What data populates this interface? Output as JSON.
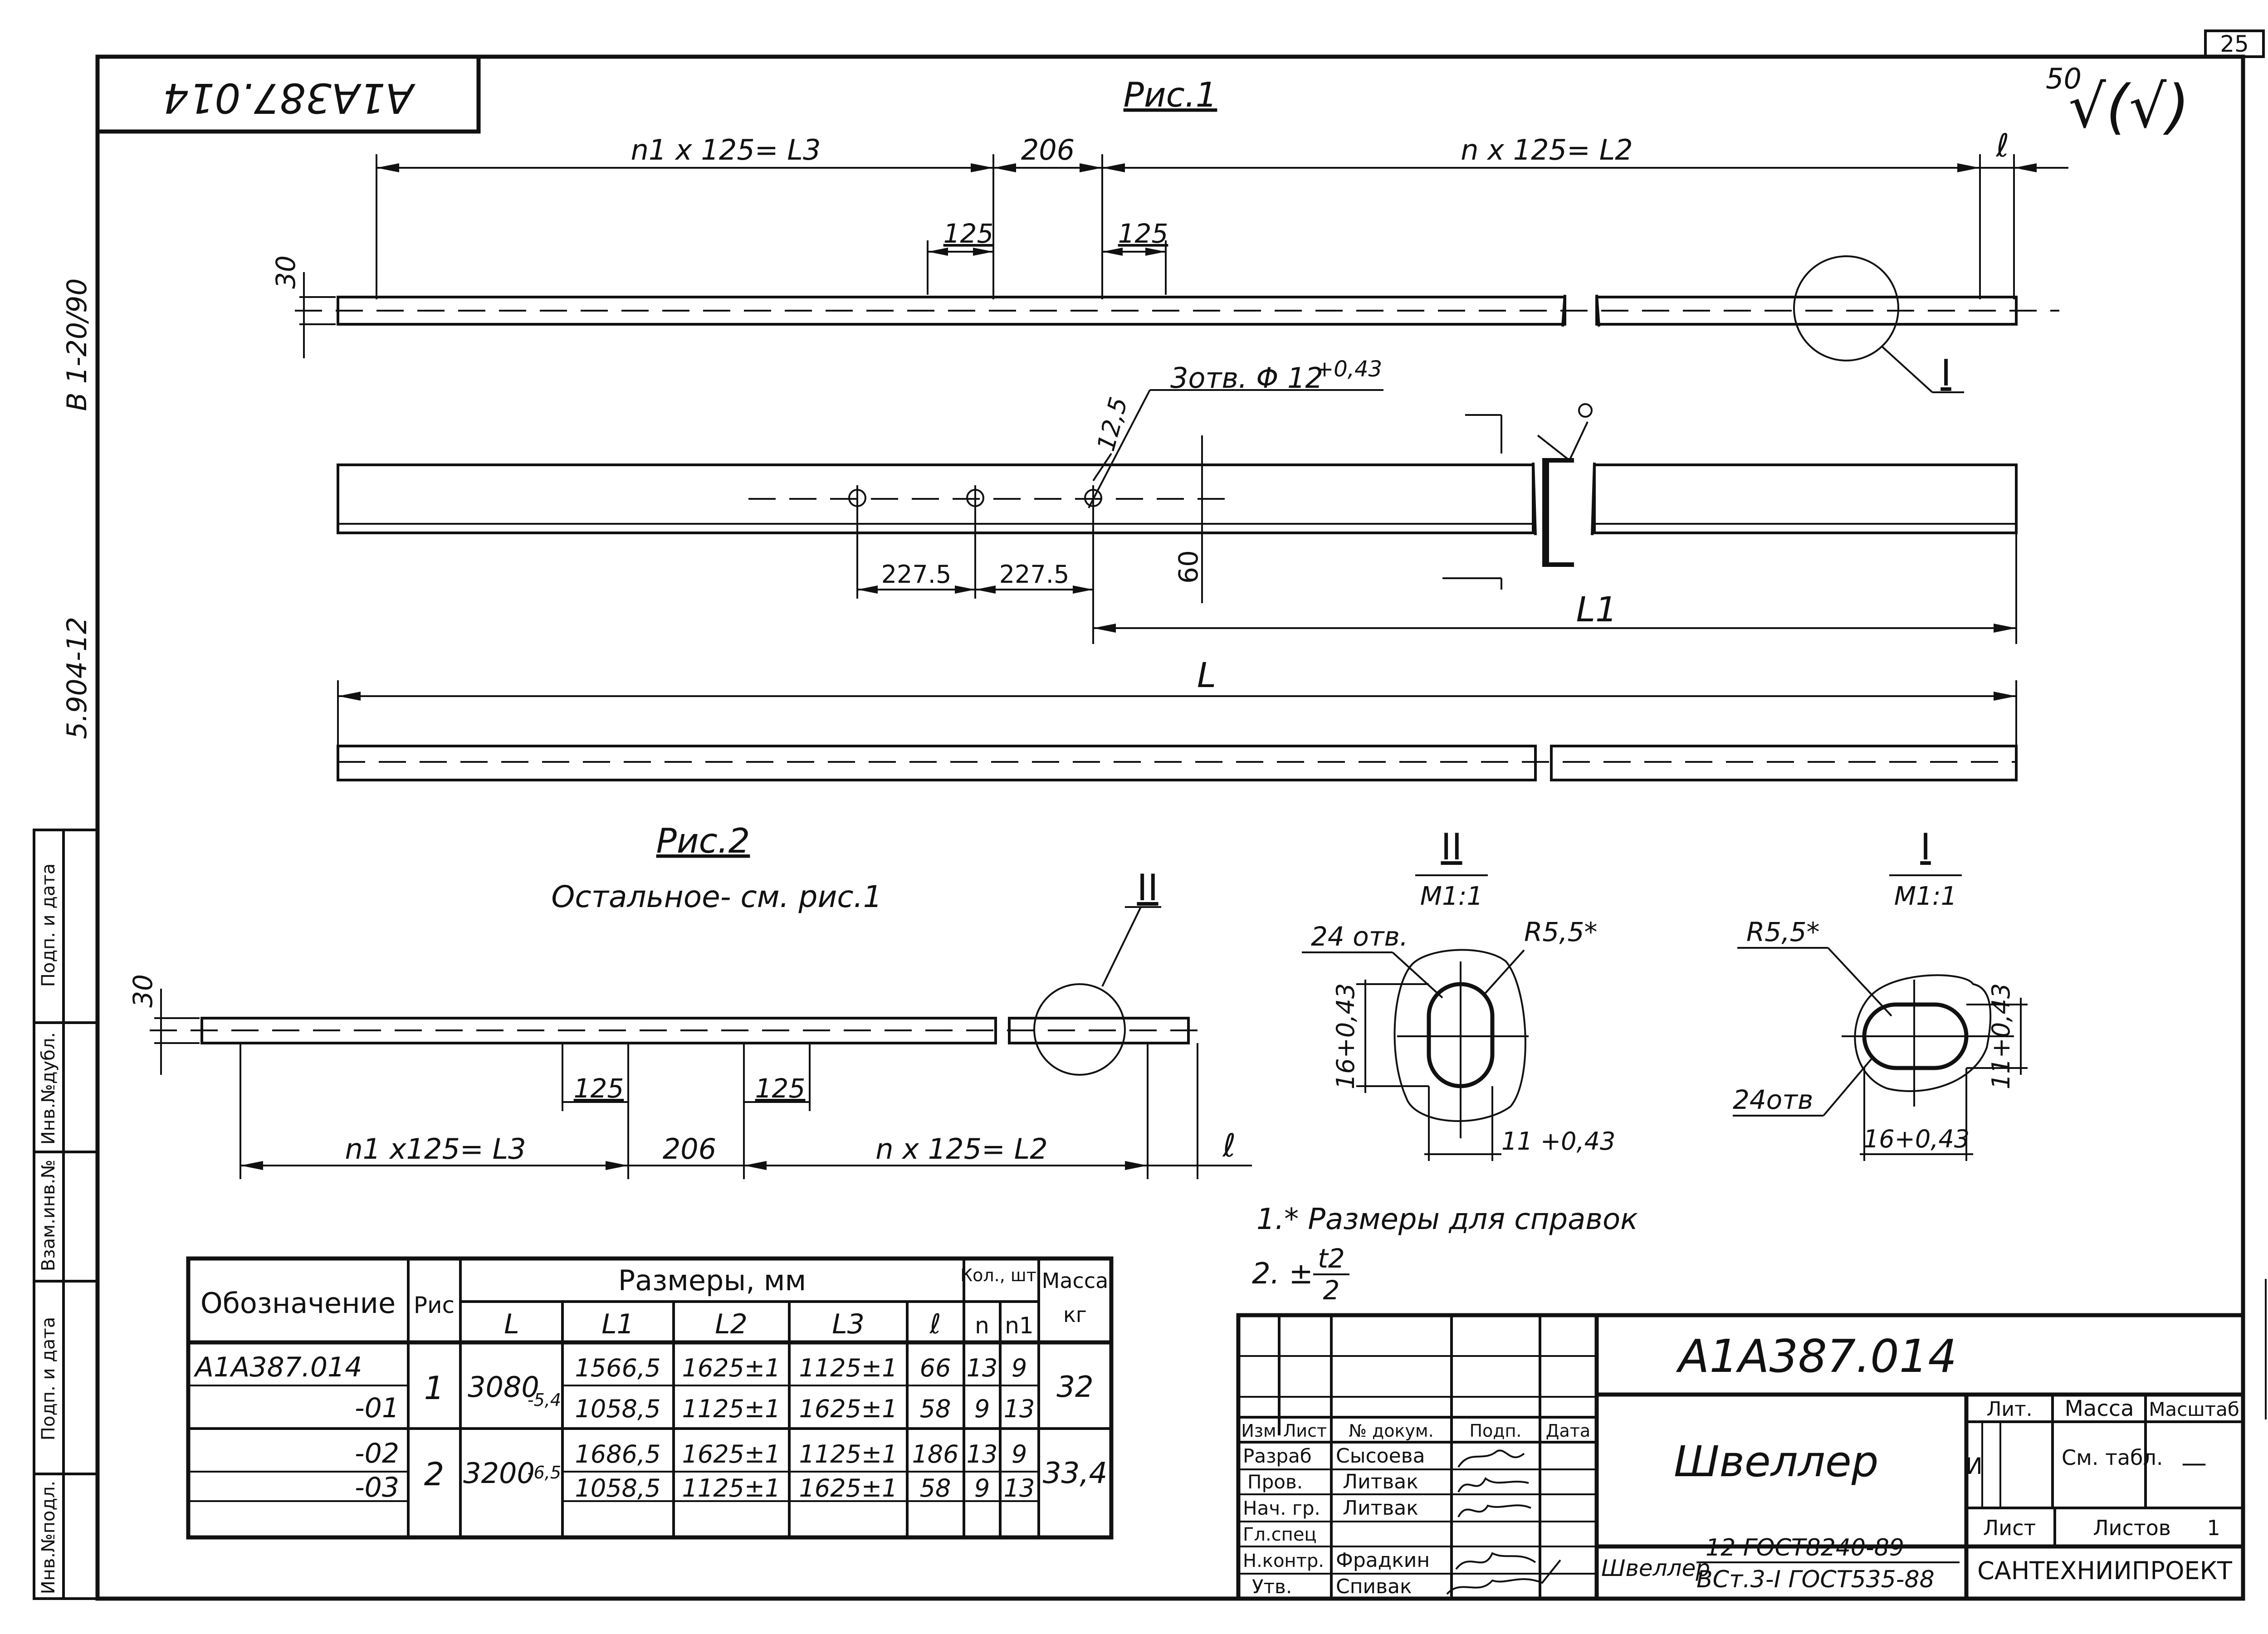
{
  "sheet_number": "25",
  "designation_stamp": "A1A387.014",
  "roughness": {
    "value": "50",
    "symbol": "√(√)"
  },
  "side_labels": {
    "top": "B 1-20/90",
    "bottom": "5.904-12"
  },
  "left_strip": [
    "Инв.№подл.",
    "Подп. и дата",
    "Взам.инв.№",
    "Инв.№дубл.",
    "Подп. и дата"
  ],
  "fig1": {
    "title": "Рис.1",
    "dim_top_left": "n1 x 125= L3",
    "dim_top_mid": "206",
    "dim_top_right": "n x 125= L2",
    "dim_e": "ℓ",
    "dim_125_a": "125",
    "dim_125_b": "125",
    "dim_30": "30",
    "callout_I": "I",
    "holes_label": "3отв. Φ 12",
    "holes_tol": "+0,43",
    "dim_12_5": "12,5",
    "dim_227_a": "227.5",
    "dim_227_b": "227.5",
    "dim_60": "60",
    "dim_L1": "L1",
    "dim_L": "L"
  },
  "fig2": {
    "title": "Рис.2",
    "subtitle": "Остальное- см. рис.1",
    "callout_II": "II",
    "dim_30": "30",
    "dim_125_a": "125",
    "dim_125_b": "125",
    "dim_left": "n1 x125= L3",
    "dim_mid": "206",
    "dim_right": "n x 125= L2",
    "dim_e": "ℓ"
  },
  "detail_II": {
    "title": "II",
    "scale": "M1:1",
    "holes": "24 отв.",
    "radius": "R5,5*",
    "dim_v": "16+0,43",
    "dim_h": "11 +0,43"
  },
  "detail_I": {
    "title": "I",
    "scale": "M1:1",
    "radius": "R5,5*",
    "holes": "24отв",
    "dim_h": "16+0,43",
    "dim_v": "11+0,43"
  },
  "notes": [
    "1.* Размеры для справок",
    "2. ±"
  ],
  "note_fraction": {
    "num": "t2",
    "den": "2"
  },
  "table": {
    "headers": {
      "designation": "Обозначение",
      "fig": "Рис",
      "sizes": "Размеры, мм",
      "qty": "Кол., шт.",
      "mass": "Масса",
      "mass_unit": "кг",
      "L": "L",
      "L1": "L1",
      "L2": "L2",
      "L3": "L3",
      "e": "ℓ",
      "n": "n",
      "n1": "n1"
    },
    "rows": [
      {
        "designation": "A1A387.014",
        "L1": "1566,5",
        "L2": "1625±1",
        "L3": "1125±1",
        "e": "66",
        "n": "13",
        "n1": "9"
      },
      {
        "designation": "-01",
        "L1": "1058,5",
        "L2": "1125±1",
        "L3": "1625±1",
        "e": "58",
        "n": "9",
        "n1": "13"
      },
      {
        "designation": "-02",
        "L1": "1686,5",
        "L2": "1625±1",
        "L3": "1125±1",
        "e": "186",
        "n": "13",
        "n1": "9"
      },
      {
        "designation": "-03",
        "L1": "1058,5",
        "L2": "1125±1",
        "L3": "1625±1",
        "e": "58",
        "n": "9",
        "n1": "13"
      }
    ],
    "groups": [
      {
        "fig": "1",
        "L": "3080",
        "L_tol": "-5,4",
        "mass": "32"
      },
      {
        "fig": "2",
        "L": "3200",
        "L_tol": "-6,5",
        "mass": "33,4"
      }
    ]
  },
  "title_block": {
    "code": "A1A387.014",
    "name": "Швеллер",
    "material_prefix": "Швеллер",
    "material_line1": "12 ГОСТ8240-89",
    "material_line2": "ВСт.3-I ГОСТ535-88",
    "org": "САНТЕХНИИПРОЕКТ",
    "lit_label": "Лит.",
    "lit_value": "И",
    "mass_label": "Масса",
    "mass_value": "См. табл.",
    "scale_label": "Масштаб",
    "scale_value": "—",
    "sheet_label": "Лист",
    "sheets_label": "Листов",
    "sheets_value": "1",
    "col_headers": [
      "Изм",
      "Лист",
      "№ докум.",
      "Подп.",
      "Дата"
    ],
    "roles": [
      {
        "role": "Разраб",
        "name": "Сысоева"
      },
      {
        "role": "Пров.",
        "name": "Литвак"
      },
      {
        "role": "Нач. гр.",
        "name": "Литвак"
      },
      {
        "role": "Гл.спец",
        "name": ""
      },
      {
        "role": "Н.контр.",
        "name": "Фрадкин"
      },
      {
        "role": "Утв.",
        "name": "Спивак"
      }
    ]
  }
}
